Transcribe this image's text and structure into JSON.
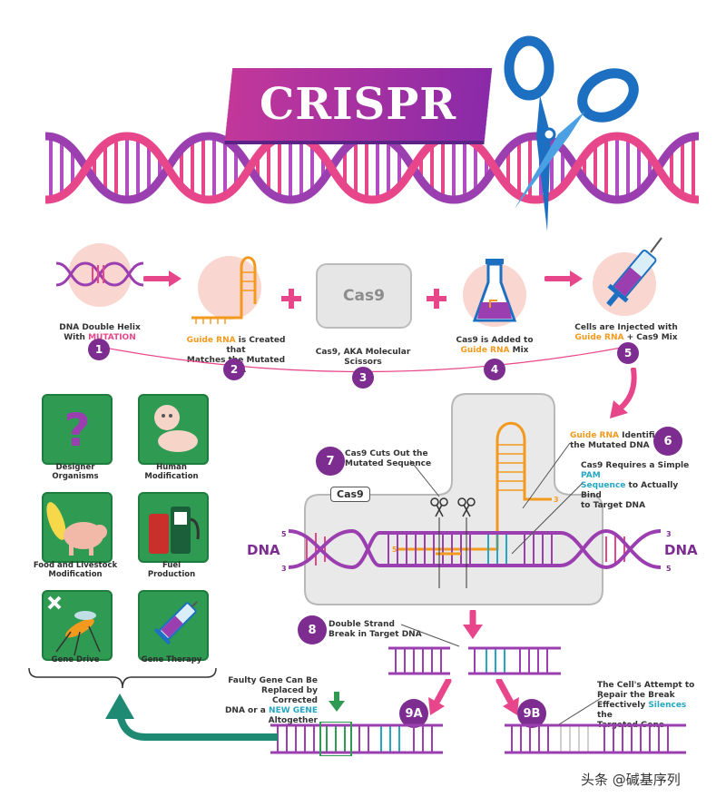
{
  "title": "CRISPR",
  "colors": {
    "purple": "#7c2d8f",
    "pink": "#e8468a",
    "orange": "#f39a1e",
    "teal": "#25a6c4",
    "green": "#2e9a52"
  },
  "steps": [
    {
      "num": "1",
      "pre": "DNA Double Helix\nWith ",
      "hl": "MUTATION",
      "post": ""
    },
    {
      "num": "2",
      "pre": "",
      "hl": "Guide RNA",
      "post": " is Created that\nMatches the Mutated DNA"
    },
    {
      "num": "3",
      "pre": "Cas9, AKA Molecular\nScissors",
      "hl": "",
      "post": ""
    },
    {
      "num": "4",
      "pre": "Cas9 is Added to\n",
      "hl": "Guide RNA",
      "post": " Mix"
    },
    {
      "num": "5",
      "pre": "Cells are Injected with\n",
      "hl": "Guide RNA",
      "post": " + Cas9 Mix"
    }
  ],
  "cas9_logo": "Cas9",
  "applications": [
    {
      "label": "Designer\nOrganisms",
      "icon": "question-mark-icon"
    },
    {
      "label": "Human\nModification",
      "icon": "baby-icon"
    },
    {
      "label": "Food and Livestock\nModification",
      "icon": "pig-corn-icon"
    },
    {
      "label": "Fuel\nProduction",
      "icon": "fuel-pump-icon"
    },
    {
      "label": "Gene Drive",
      "icon": "mosquito-icon"
    },
    {
      "label": "Gene Therapy",
      "icon": "syringe-icon"
    }
  ],
  "mechanism": {
    "cas9_tag": "Cas9",
    "dna_left": "DNA",
    "dna_right": "DNA",
    "five": "5",
    "three": "3",
    "step6": {
      "num": "6",
      "hl": "Guide RNA",
      "post": " Identifies\nthe Mutated DNA"
    },
    "step6b": {
      "pre": "Cas9 Requires a Simple ",
      "hl": "PAM\nSequence",
      "post": " to Actually Bind\nto Target DNA"
    },
    "step7": {
      "num": "7",
      "text": "Cas9 Cuts Out the\nMutated Sequence"
    },
    "step8": {
      "num": "8",
      "text": "Double Strand\nBreak in Target DNA"
    }
  },
  "outcomes": {
    "a": {
      "num": "9A",
      "pre": "Faulty Gene Can Be\nReplaced by Corrected\nDNA or a ",
      "hl": "NEW GENE",
      "post": "\nAltogether"
    },
    "b": {
      "num": "9B",
      "pre": "The Cell's Attempt to\nRepair the Break\nEffectively ",
      "hl": "Silences",
      "post": " the\nTargeted Gene"
    }
  },
  "watermark": "头条 @碱基序列"
}
